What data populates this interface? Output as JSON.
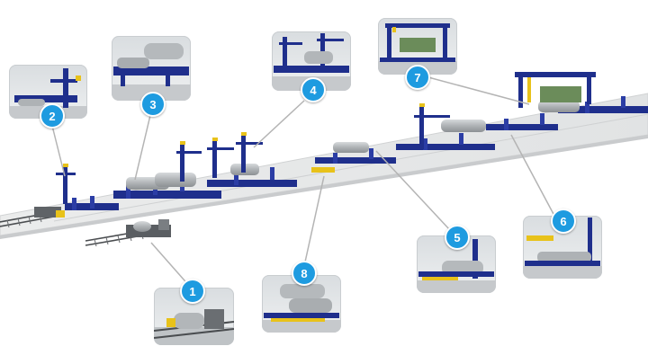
{
  "colors": {
    "badge": "#1e9be0",
    "machine_blue": "#1f2f8c",
    "accent_yellow": "#e8c21a",
    "pipe_gray": "#b9bdc0",
    "floor": "#e7e8e9",
    "leader_line": "#b4b4b4"
  },
  "stations": [
    {
      "number": "1",
      "icon": "pipe-loading-station"
    },
    {
      "number": "2",
      "icon": "column-boom-welder"
    },
    {
      "number": "3",
      "icon": "roller-bed-pipes"
    },
    {
      "number": "4",
      "icon": "column-boom-welders"
    },
    {
      "number": "5",
      "icon": "pipe-rotator-column"
    },
    {
      "number": "6",
      "icon": "pipe-transfer-rollers"
    },
    {
      "number": "7",
      "icon": "gantry-welding-station"
    },
    {
      "number": "8",
      "icon": "pipe-transfer-cart"
    }
  ]
}
